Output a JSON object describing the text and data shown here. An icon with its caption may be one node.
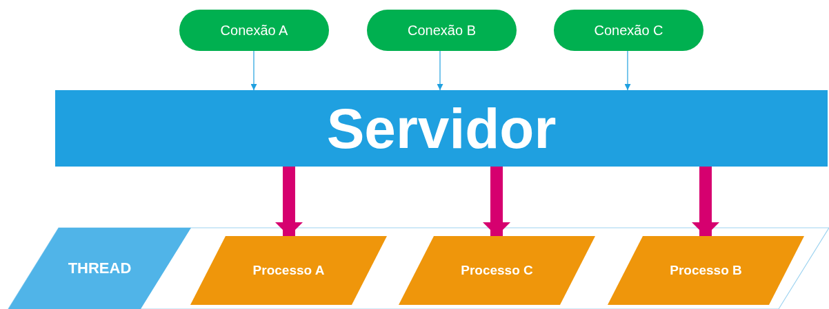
{
  "diagram": {
    "nodes": [
      {
        "text": [
          "Conexão A"
        ]
      },
      {
        "text": [
          "Conexão B"
        ]
      },
      {
        "text": [
          "Conexão C"
        ]
      },
      {
        "text": [
          "Servidor"
        ]
      },
      {
        "text": [],
        "shape": "band"
      },
      {
        "text": [
          "THREAD"
        ],
        "in": 4
      },
      {
        "text": [
          "Processo A"
        ],
        "in": 4
      },
      {
        "text": [
          "Processo C"
        ],
        "in": 4
      },
      {
        "text": [
          "Processo B"
        ],
        "in": 4
      }
    ],
    "edges": [
      {
        "from": 0,
        "to": 3,
        "arrow": "to"
      },
      {
        "from": 1,
        "to": 3,
        "arrow": "to"
      },
      {
        "from": 2,
        "to": 3,
        "arrow": "to"
      },
      {
        "from": 3,
        "to": 6,
        "arrow": "to",
        "style": "thick",
        "color": "#d6006f"
      },
      {
        "from": 3,
        "to": 7,
        "arrow": "to",
        "style": "thick",
        "color": "#d6006f"
      },
      {
        "from": 3,
        "to": 8,
        "arrow": "to",
        "style": "thick",
        "color": "#d6006f"
      }
    ]
  }
}
